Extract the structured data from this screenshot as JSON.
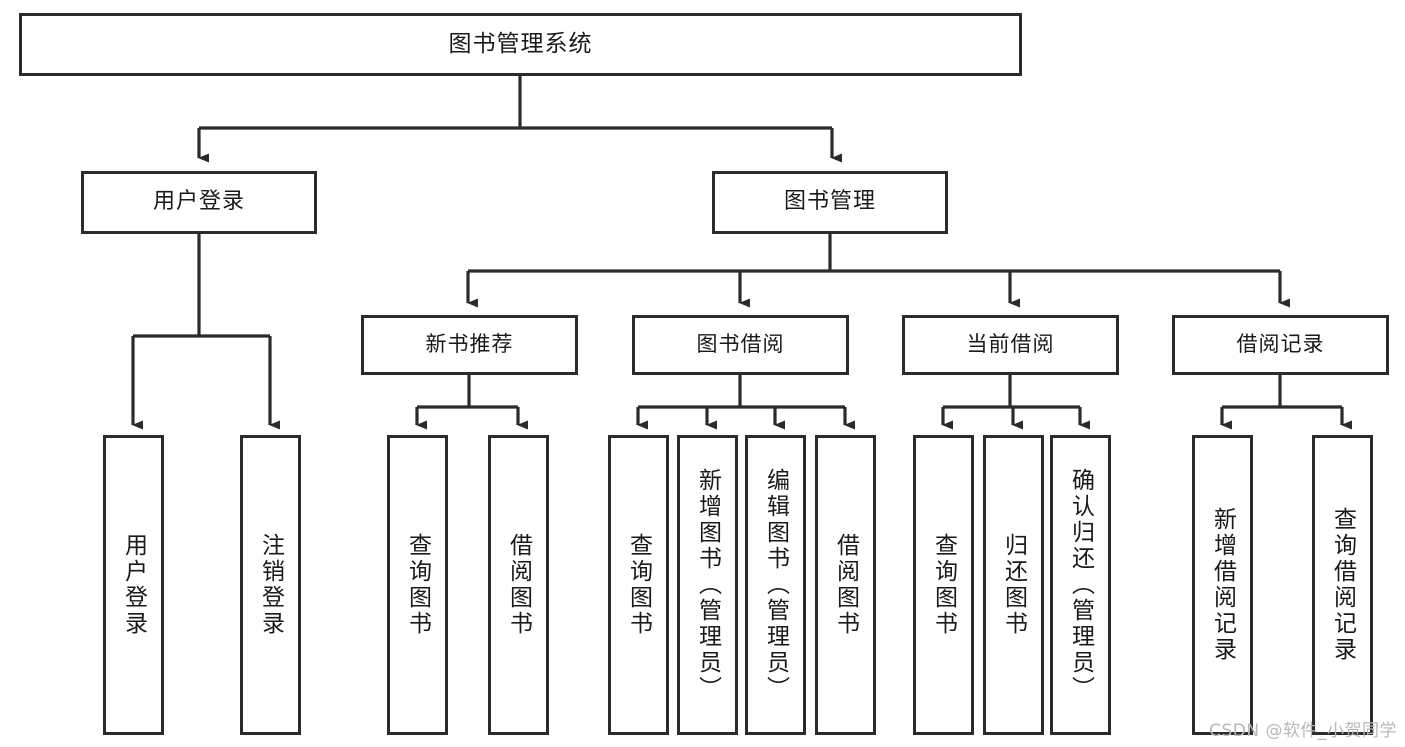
{
  "diagram": {
    "type": "tree-hierarchy",
    "title": "图书管理系统",
    "root": {
      "label": "图书管理系统"
    },
    "level1": [
      {
        "label": "用户登录"
      },
      {
        "label": "图书管理"
      }
    ],
    "level2": [
      {
        "label": "新书推荐",
        "parent": "图书管理"
      },
      {
        "label": "图书借阅",
        "parent": "图书管理"
      },
      {
        "label": "当前借阅",
        "parent": "图书管理"
      },
      {
        "label": "借阅记录",
        "parent": "图书管理"
      }
    ],
    "leaves": [
      {
        "label": "用户登录",
        "parent": "用户登录"
      },
      {
        "label": "注销登录",
        "parent": "用户登录"
      },
      {
        "label": "查询图书",
        "parent": "新书推荐"
      },
      {
        "label": "借阅图书",
        "parent": "新书推荐"
      },
      {
        "label": "查询图书",
        "parent": "图书借阅"
      },
      {
        "label": "新增图书（管理员）",
        "parent": "图书借阅"
      },
      {
        "label": "编辑图书（管理员）",
        "parent": "图书借阅"
      },
      {
        "label": "借阅图书",
        "parent": "图书借阅"
      },
      {
        "label": "查询图书",
        "parent": "当前借阅"
      },
      {
        "label": "归还图书",
        "parent": "当前借阅"
      },
      {
        "label": "确认归还（管理员）",
        "parent": "当前借阅"
      },
      {
        "label": "新增借阅记录",
        "parent": "借阅记录"
      },
      {
        "label": "查询借阅记录",
        "parent": "借阅记录"
      }
    ]
  },
  "watermark": {
    "text": "CSDN @软件_小贺同学"
  },
  "colors": {
    "stroke": "#2b2b2b",
    "background": "#ffffff",
    "text": "#1a1a1a",
    "watermark": "#b8b8b8"
  }
}
